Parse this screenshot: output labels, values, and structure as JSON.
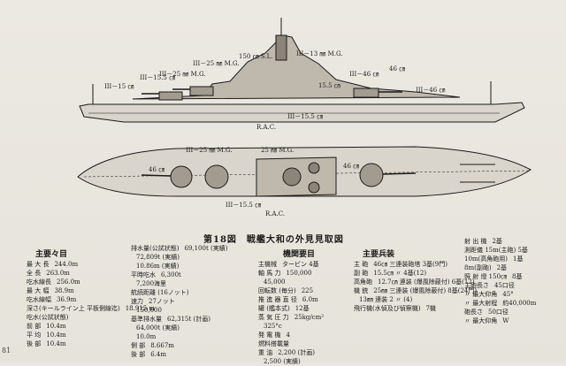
{
  "figure": {
    "caption": "第18図　戦艦大和の外見見取図",
    "elevation_labels": [
      "150 ㎝ S.L.",
      "III－25 ㎜ M.G.",
      "III－13 ㎜ M.G.",
      "III－25 ㎜ M.G.",
      "III－15 ㎝",
      "III－15.5 ㎝",
      "III－46 ㎝",
      "15.5 ㎝",
      "46 ㎝",
      "III－46 ㎝",
      "R.A.C.",
      "III－15.5 ㎝"
    ],
    "plan_labels": [
      "III－25 ㎜ M.G.",
      "46 ㎝",
      "25 ㎜ M.G.",
      "46 ㎝",
      "III－15.5 ㎝",
      "R.A.C."
    ]
  },
  "sections": {
    "main_dims": {
      "title": "主要々目",
      "rows": [
        {
          "k": "最 大 長",
          "v": "244.0m"
        },
        {
          "k": "全 長",
          "v": "263.0m"
        },
        {
          "k": "吃水線長",
          "v": "256.0m"
        },
        {
          "k": "最 大 幅",
          "v": "38.9m"
        },
        {
          "k": "吃水線幅",
          "v": "36.9m"
        },
        {
          "k": "深さ(キールライン上 平板側線迄)",
          "v": "18.915 m"
        },
        {
          "k": "吃水(公試状態)",
          "v": ""
        },
        {
          "k": "前 部",
          "v": "10.4m"
        },
        {
          "k": "平 均",
          "v": "10.4m"
        },
        {
          "k": "後 部",
          "v": "10.4m"
        }
      ]
    },
    "displacement": {
      "rows": [
        {
          "k": "排水量(公試状態)",
          "v": "69,100t (実績)"
        },
        {
          "k": "",
          "v": "72,809t (実績)"
        },
        {
          "k": "",
          "v": "10.86m (実績)"
        },
        {
          "k": "平時吃水",
          "v": "6,300t"
        },
        {
          "k": "",
          "v": "7,200海里"
        },
        {
          "k": "航続距離 (16ノット)",
          "v": ""
        },
        {
          "k": "速力",
          "v": "27ノット"
        },
        {
          "k": "",
          "v": "150,000"
        },
        {
          "k": "基準排水量",
          "v": "62,315t (計画)"
        },
        {
          "k": "",
          "v": "64,000t (実績)"
        },
        {
          "k": "",
          "v": "10.0m"
        },
        {
          "k": "側 部",
          "v": "8.667m"
        },
        {
          "k": "後 部",
          "v": "6.4m"
        }
      ]
    },
    "machinery": {
      "title": "機関要目",
      "rows": [
        {
          "k": "主機械",
          "v": "タービン 4基"
        },
        {
          "k": "軸 馬 力",
          "v": "150,000"
        },
        {
          "k": "",
          "v": "45,000"
        },
        {
          "k": "回転数 (毎分)",
          "v": "225"
        },
        {
          "k": "推 進 器 直 径",
          "v": "6.0m"
        },
        {
          "k": "罐 (艦本式)",
          "v": "12基"
        },
        {
          "k": "蒸 気 圧 力",
          "v": "25kg/cm²"
        },
        {
          "k": "",
          "v": "325°c"
        },
        {
          "k": "発 電 機",
          "v": "4"
        },
        {
          "k": "燃料搭載量",
          "v": ""
        },
        {
          "k": "重 油",
          "v": "2,200 (計画)"
        },
        {
          "k": "",
          "v": "2,500 (実績)"
        }
      ]
    },
    "armament": {
      "title": "主要兵装",
      "rows": [
        {
          "k": "主 砲",
          "v": "46㎝ 三連装砲塔 3基(9門)"
        },
        {
          "k": "副 砲",
          "v": "15.5㎝ 〃 4基(12)"
        },
        {
          "k": "高角砲",
          "v": "12.7㎝ 連装 (爆風除蔽付) 6基(12)"
        },
        {
          "k": "機 銃",
          "v": "25㎜ 三連装 (爆風除蔽付) 8基(24門)"
        },
        {
          "k": "",
          "v": "13㎜ 連装 2 〃 (4)"
        },
        {
          "k": "飛行機(水偵及び偵察機)",
          "v": "7機"
        }
      ]
    },
    "fire_control": {
      "rows": [
        {
          "k": "射 出 機",
          "v": "2基"
        },
        {
          "k": "測距儀 15m(主砲) 5基",
          "v": ""
        },
        {
          "k": "10m(高角砲用)",
          "v": "1基"
        },
        {
          "k": "8m(副砲)",
          "v": "2基"
        },
        {
          "k": "照 射 燈 150㎝",
          "v": "8基"
        },
        {
          "k": "主砲長さ",
          "v": "45口径"
        },
        {
          "k": "〃 最大仰角",
          "v": "45°"
        },
        {
          "k": "〃 最大射程",
          "v": "約40,000m"
        },
        {
          "k": "砲長さ",
          "v": "50口径"
        },
        {
          "k": "〃 最大仰角",
          "v": "W"
        }
      ]
    }
  },
  "margin_mark": "81"
}
